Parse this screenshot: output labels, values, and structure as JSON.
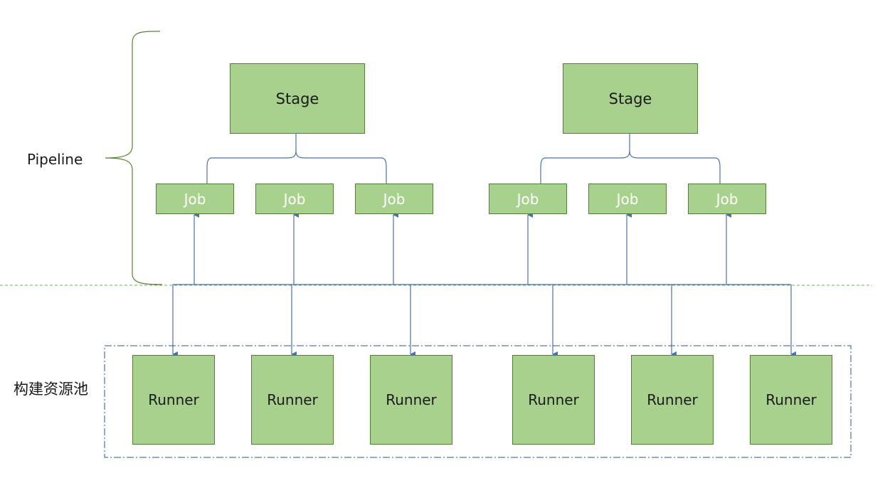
{
  "labels": {
    "pipeline": "Pipeline",
    "pool": "构建资源池"
  },
  "stages": [
    {
      "label": "Stage"
    },
    {
      "label": "Stage"
    }
  ],
  "jobs": [
    {
      "label": "Job"
    },
    {
      "label": "Job"
    },
    {
      "label": "Job"
    },
    {
      "label": "Job"
    },
    {
      "label": "Job"
    },
    {
      "label": "Job"
    }
  ],
  "runners": [
    {
      "label": "Runner"
    },
    {
      "label": "Runner"
    },
    {
      "label": "Runner"
    },
    {
      "label": "Runner"
    },
    {
      "label": "Runner"
    },
    {
      "label": "Runner"
    }
  ],
  "colors": {
    "node_fill": "#a9d18e",
    "node_border": "#507e32",
    "connector": "#4a72b0",
    "brace": "#548235",
    "separator": "#70ad47",
    "pool_border": "#2e5597"
  }
}
